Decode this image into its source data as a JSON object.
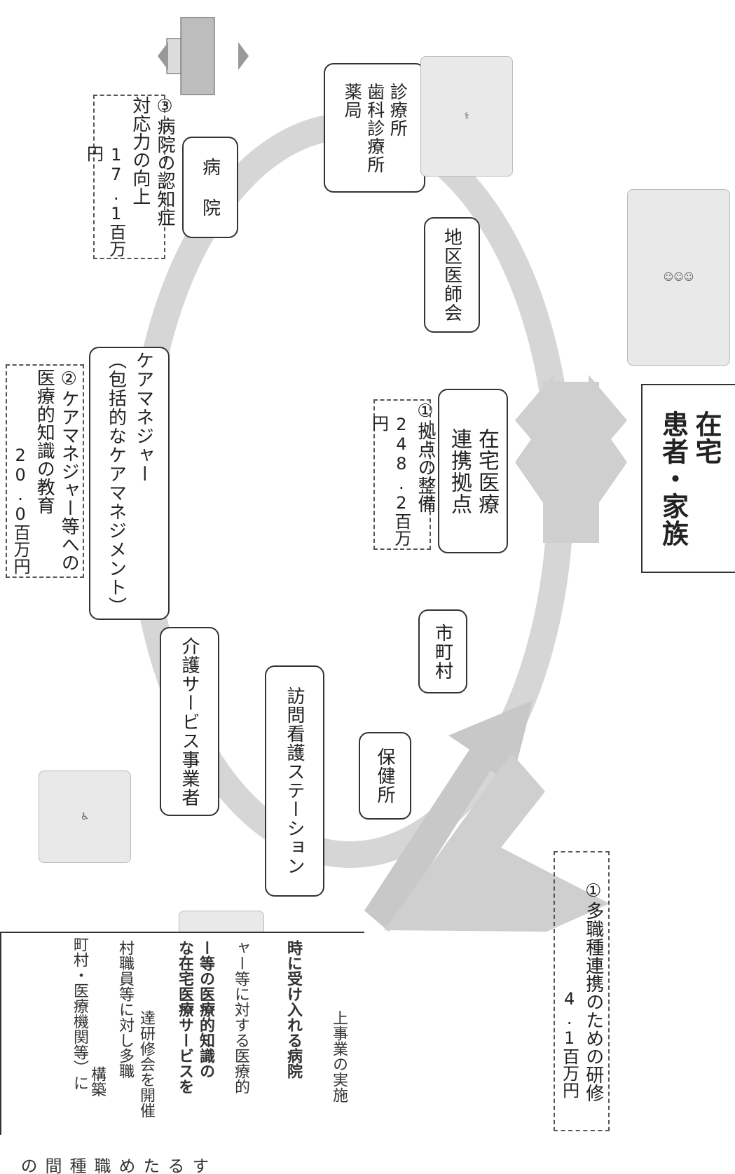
{
  "nodes": {
    "hospital": "病 院",
    "clinic": [
      "診療所",
      "歯科診療所",
      "薬局"
    ],
    "district_medical": "地区医師会",
    "care_manager": [
      "ケアマネジャー",
      "（包括的なケアマネジメント）"
    ],
    "home_base": [
      "在宅医療",
      "連携拠点"
    ],
    "municipality": "市町村",
    "care_service": "介護サービス事業者",
    "visiting_nursing": "訪問看護ステーション",
    "health_center": "保健所",
    "patient_home": [
      "在宅",
      "患者・家族"
    ]
  },
  "initiatives": {
    "hospital_dementia": [
      "③病院の認知症",
      "対応力の向上",
      "17.1百万円"
    ],
    "care_manager_education": [
      "②ケアマネジャー等への",
      "医療的知識の教育",
      "20.0百万円"
    ],
    "base_setup": [
      "①拠点の整備",
      "248.2百万円"
    ],
    "multi_training": [
      "①多職種連携のための研修",
      "4.1百万円"
    ]
  },
  "left_panel_lines": [
    "するため職種間の",
    "町村・医療機関等）に",
    "構築",
    "村職員等に対し多職",
    "達研修会を開催",
    "な在宅医療サービスを",
    "ー等の医療的知識の",
    "ャー等に対する医療的",
    "時に受け入れる病院",
    "上事業の実施"
  ],
  "colors": {
    "ring": "#d6d6d6",
    "arrow": "#cfcfcf",
    "border": "#333333"
  }
}
